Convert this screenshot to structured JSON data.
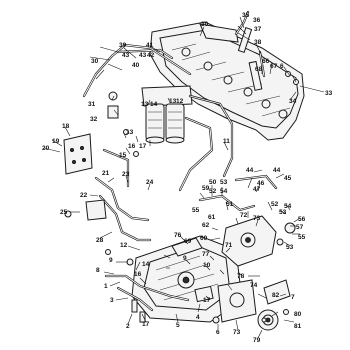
{
  "diagram": {
    "callouts": [
      {
        "id": "c30a",
        "text": "30"
      },
      {
        "id": "c35",
        "text": "35"
      },
      {
        "id": "c36",
        "text": "36"
      },
      {
        "id": "c37",
        "text": "37"
      },
      {
        "id": "c38",
        "text": "38"
      },
      {
        "id": "c39",
        "text": "39"
      },
      {
        "id": "c41",
        "text": "41"
      },
      {
        "id": "c43a",
        "text": "43"
      },
      {
        "id": "c42",
        "text": "42"
      },
      {
        "id": "c40",
        "text": "40"
      },
      {
        "id": "c30b",
        "text": "30"
      },
      {
        "id": "c31",
        "text": "31"
      },
      {
        "id": "c32",
        "text": "32"
      },
      {
        "id": "c66",
        "text": "66"
      },
      {
        "id": "c67",
        "text": "67"
      },
      {
        "id": "c68",
        "text": "68"
      },
      {
        "id": "c6a",
        "text": "6"
      },
      {
        "id": "c33",
        "text": "33"
      },
      {
        "id": "c34",
        "text": "34"
      },
      {
        "id": "c13a",
        "text": "13"
      },
      {
        "id": "c14a",
        "text": "14"
      },
      {
        "id": "c13b",
        "text": "13"
      },
      {
        "id": "c12a",
        "text": "12"
      },
      {
        "id": "c18",
        "text": "18"
      },
      {
        "id": "c19",
        "text": "19"
      },
      {
        "id": "c20",
        "text": "20"
      },
      {
        "id": "c13c",
        "text": "13"
      },
      {
        "id": "c15",
        "text": "15"
      },
      {
        "id": "c16",
        "text": "16"
      },
      {
        "id": "c17a",
        "text": "17"
      },
      {
        "id": "c11",
        "text": "11"
      },
      {
        "id": "c44a",
        "text": "44"
      },
      {
        "id": "c44b",
        "text": "44"
      },
      {
        "id": "c47",
        "text": "47"
      },
      {
        "id": "c45",
        "text": "45"
      },
      {
        "id": "c46",
        "text": "46"
      },
      {
        "id": "c21",
        "text": "21"
      },
      {
        "id": "c24",
        "text": "24"
      },
      {
        "id": "c23",
        "text": "23"
      },
      {
        "id": "c22",
        "text": "22"
      },
      {
        "id": "c25",
        "text": "25"
      },
      {
        "id": "c28",
        "text": "28"
      },
      {
        "id": "c59",
        "text": "59"
      },
      {
        "id": "c50",
        "text": "50"
      },
      {
        "id": "c52a",
        "text": "52"
      },
      {
        "id": "c53a",
        "text": "53"
      },
      {
        "id": "c54a",
        "text": "54"
      },
      {
        "id": "c55a",
        "text": "55"
      },
      {
        "id": "c51",
        "text": "51"
      },
      {
        "id": "c52b",
        "text": "52"
      },
      {
        "id": "c53b",
        "text": "53"
      },
      {
        "id": "c54b",
        "text": "54"
      },
      {
        "id": "c56",
        "text": "56"
      },
      {
        "id": "c57",
        "text": "57"
      },
      {
        "id": "c62",
        "text": "62"
      },
      {
        "id": "c60",
        "text": "60"
      },
      {
        "id": "c61",
        "text": "61"
      },
      {
        "id": "c55b",
        "text": "55"
      },
      {
        "id": "c53c",
        "text": "53"
      },
      {
        "id": "c12b",
        "text": "12"
      },
      {
        "id": "c76",
        "text": "76"
      },
      {
        "id": "c69",
        "text": "69"
      },
      {
        "id": "c71",
        "text": "71"
      },
      {
        "id": "c72",
        "text": "72"
      },
      {
        "id": "c73",
        "text": "73"
      },
      {
        "id": "c77",
        "text": "77"
      },
      {
        "id": "c9a",
        "text": "9"
      },
      {
        "id": "c10",
        "text": "10"
      },
      {
        "id": "c74",
        "text": "74"
      },
      {
        "id": "c78",
        "text": "78"
      },
      {
        "id": "c82",
        "text": "82"
      },
      {
        "id": "c7",
        "text": "7"
      },
      {
        "id": "c80",
        "text": "80"
      },
      {
        "id": "c81",
        "text": "81"
      },
      {
        "id": "c79",
        "text": "79"
      },
      {
        "id": "c73b",
        "text": "73"
      },
      {
        "id": "c6b",
        "text": "6"
      },
      {
        "id": "c4",
        "text": "4"
      },
      {
        "id": "c5",
        "text": "5"
      },
      {
        "id": "c1",
        "text": "1"
      },
      {
        "id": "c2",
        "text": "2"
      },
      {
        "id": "c3",
        "text": "3"
      },
      {
        "id": "c17b",
        "text": "17"
      },
      {
        "id": "c8",
        "text": "8"
      },
      {
        "id": "c9b",
        "text": "9"
      },
      {
        "id": "c14b",
        "text": "14"
      },
      {
        "id": "c17c",
        "text": "17"
      },
      {
        "id": "c16b",
        "text": "16"
      },
      {
        "id": "c43b",
        "text": "43"
      }
    ]
  }
}
